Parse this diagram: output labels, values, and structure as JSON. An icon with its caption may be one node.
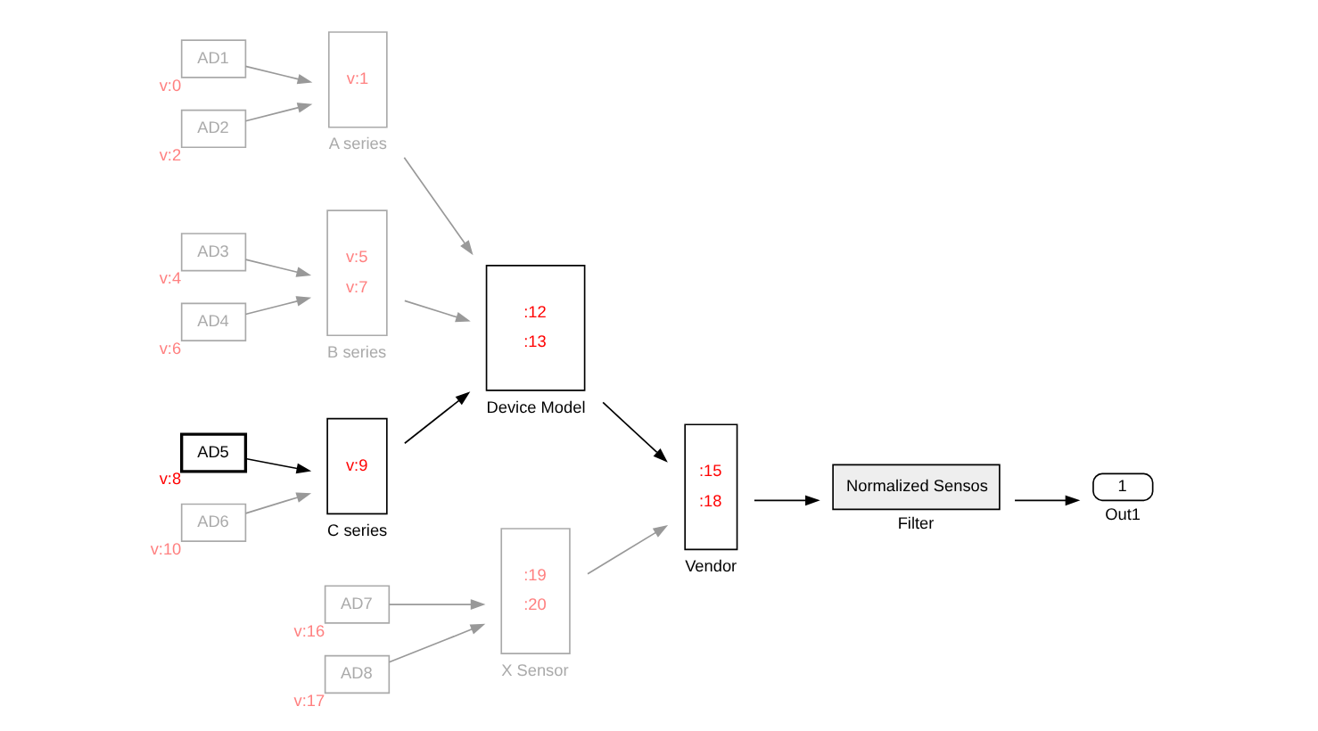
{
  "diagram": {
    "nodes": [
      {
        "text": [
          "AD1"
        ],
        "beside": [
          "v:0"
        ]
      },
      {
        "text": [
          "AD2"
        ],
        "beside": [
          "v:2"
        ]
      },
      {
        "text": [
          "v:1",
          "A series"
        ]
      },
      {
        "text": [
          "AD3"
        ],
        "beside": [
          "v:4"
        ]
      },
      {
        "text": [
          "AD4"
        ],
        "beside": [
          "v:6"
        ]
      },
      {
        "text": [
          "v:5",
          "v:7",
          "B series"
        ]
      },
      {
        "text": [
          "AD5"
        ],
        "beside": [
          "v:8"
        ]
      },
      {
        "text": [
          "AD6"
        ],
        "beside": [
          "v:10"
        ]
      },
      {
        "text": [
          "v:9",
          "C series"
        ]
      },
      {
        "text": [
          ":12",
          ":13",
          "Device Model"
        ]
      },
      {
        "text": [
          "AD7"
        ],
        "beside": [
          "v:16"
        ]
      },
      {
        "text": [
          "AD8"
        ],
        "beside": [
          "v:17"
        ]
      },
      {
        "text": [
          ":19",
          ":20",
          "X Sensor"
        ]
      },
      {
        "text": [
          ":15",
          ":18",
          "Vendor"
        ]
      },
      {
        "text": [
          "Normalized Sensos",
          "Filter"
        ]
      },
      {
        "text": [
          "1",
          "Out1"
        ]
      }
    ],
    "edges": [
      {
        "from": 0,
        "to": 2,
        "arrow": "to"
      },
      {
        "from": 1,
        "to": 2,
        "arrow": "to"
      },
      {
        "from": 3,
        "to": 5,
        "arrow": "to"
      },
      {
        "from": 4,
        "to": 5,
        "arrow": "to"
      },
      {
        "from": 6,
        "to": 8,
        "arrow": "to",
        "color": "#000000"
      },
      {
        "from": 7,
        "to": 8,
        "arrow": "to"
      },
      {
        "from": 2,
        "to": 9,
        "arrow": "to"
      },
      {
        "from": 5,
        "to": 9,
        "arrow": "to"
      },
      {
        "from": 8,
        "to": 9,
        "arrow": "to",
        "color": "#000000"
      },
      {
        "from": 10,
        "to": 12,
        "arrow": "to"
      },
      {
        "from": 11,
        "to": 12,
        "arrow": "to"
      },
      {
        "from": 9,
        "to": 13,
        "arrow": "to",
        "color": "#000000"
      },
      {
        "from": 12,
        "to": 13,
        "arrow": "to"
      },
      {
        "from": 13,
        "to": 14,
        "arrow": "to",
        "color": "#000000"
      },
      {
        "from": 14,
        "to": 15,
        "arrow": "to",
        "color": "#000000"
      }
    ]
  }
}
